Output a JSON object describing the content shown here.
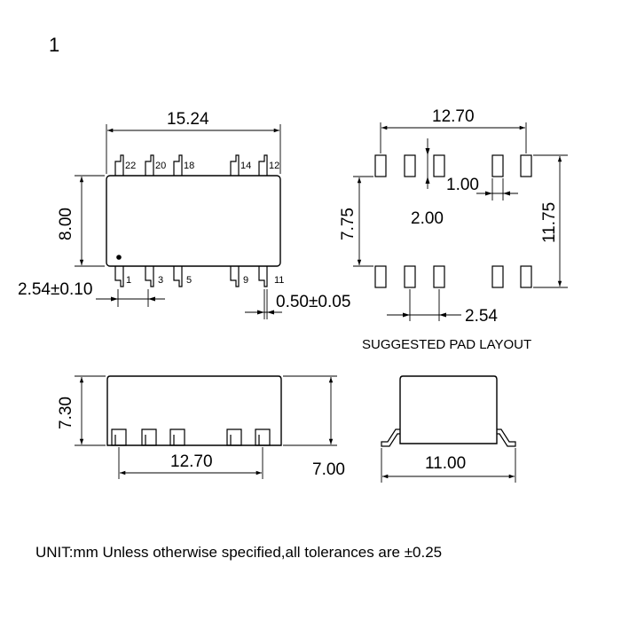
{
  "figure_number": "1",
  "top_view": {
    "width_dim": "15.24",
    "height_dim": "8.00",
    "pitch_dim": "2.54±0.10",
    "lead_width_dim": "0.50±0.05",
    "pins_top": [
      "22",
      "20",
      "18",
      "14",
      "12"
    ],
    "pins_bottom": [
      "1",
      "3",
      "5",
      "9",
      "11"
    ]
  },
  "pad_layout": {
    "span_dim": "12.70",
    "pad_width_dim": "1.00",
    "pad_length_dim": "2.00",
    "inner_dim": "7.75",
    "outer_dim": "11.75",
    "pitch_dim": "2.54",
    "caption": "SUGGESTED PAD LAYOUT"
  },
  "side_view": {
    "height_dim": "7.30",
    "span_dim": "12.70",
    "seated_height_dim": "7.00"
  },
  "end_view": {
    "width_dim": "11.00"
  },
  "note": "UNIT:mm Unless otherwise specified,all tolerances are ±0.25"
}
